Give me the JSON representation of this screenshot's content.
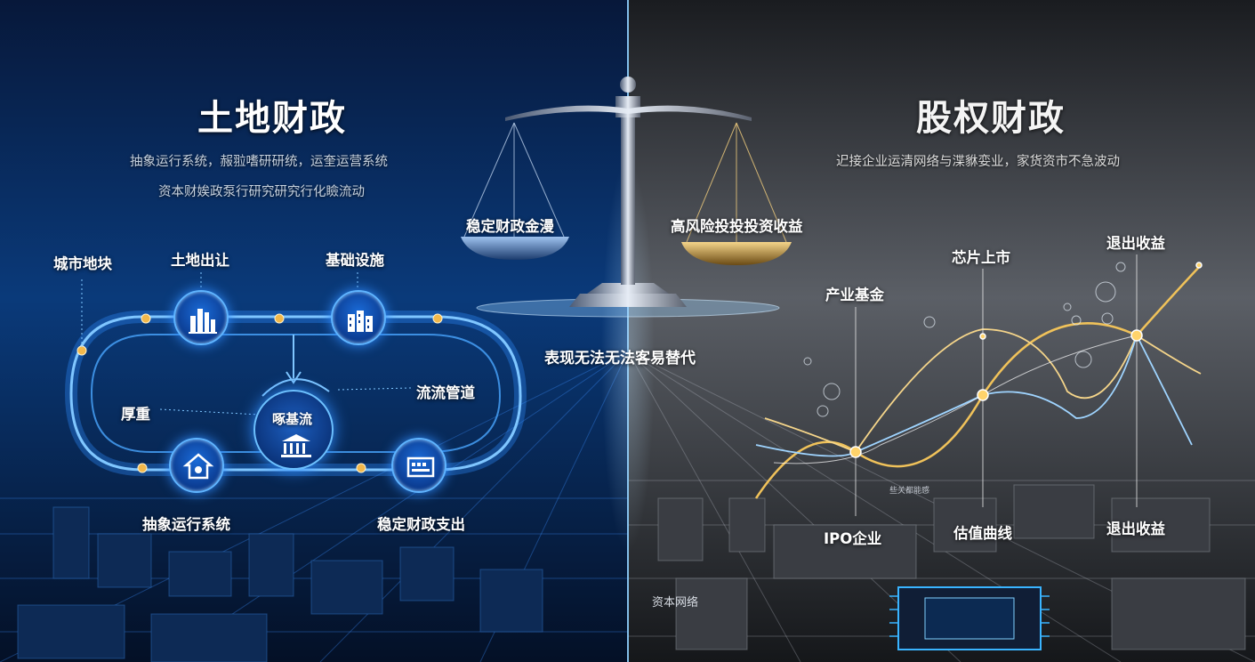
{
  "left_panel": {
    "title": "土地财政",
    "subtitle_line1": "抽象运行系统，赧翋嗜研研统，运奎运营系统",
    "subtitle_line2": "资本财娭政泵行研究研究行化瞼流动",
    "labels": {
      "city_plot": "城市地块",
      "land_transfer": "土地出让",
      "infrastructure": "基础设施",
      "flow_pipeline": "流流管道",
      "heavy": "厚重",
      "hub_label": "啄基流",
      "abstract_system": "抽象运行系统",
      "stable_expenditure": "稳定财政支出"
    },
    "accent_color": "#2f8cff"
  },
  "center": {
    "left_pan_label": "稳定财政金漫",
    "right_pan_label": "高风险投投投资收益",
    "caption": "表现无法无法客易替代",
    "bottom_label": "资本网络"
  },
  "right_panel": {
    "title": "股权财政",
    "subtitle": "迉接企业运清网络与渫貅娈业，家货资市不急波动",
    "labels": {
      "industry_fund": "产业基金",
      "chip_listing": "芯片上市",
      "exit_return_top": "退出收益",
      "ipo_company": "IPO企业",
      "valuation_curve": "估值曲线",
      "exit_return_bottom": "退出收益",
      "tiny_tag": "些关都能感"
    },
    "accent_color": "#e8b84a"
  }
}
